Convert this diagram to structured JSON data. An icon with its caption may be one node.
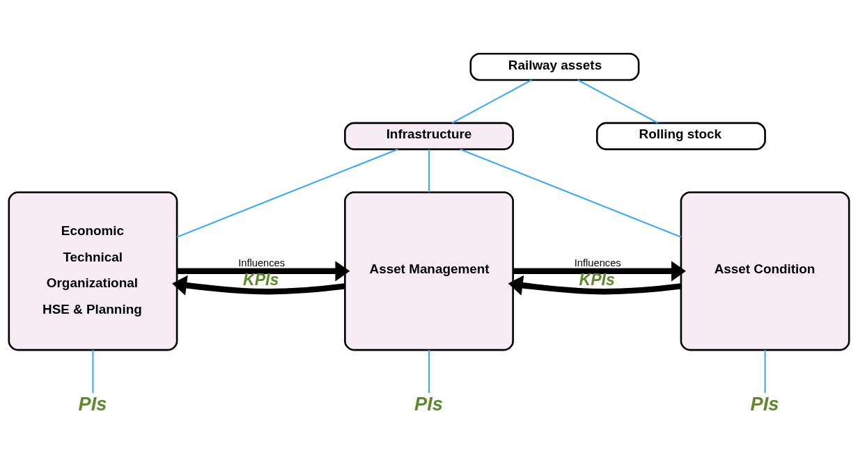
{
  "diagram": {
    "nodes": [
      {
        "text": [
          "Railway assets"
        ]
      },
      {
        "text": [
          "Infrastructure"
        ]
      },
      {
        "text": [
          "Rolling stock"
        ]
      },
      {
        "text": [
          "Economic",
          "Technical",
          "Organizational",
          "HSE & Planning"
        ]
      },
      {
        "text": [
          "Asset Management"
        ]
      },
      {
        "text": [
          "Asset Condition"
        ]
      },
      {
        "text": [
          "PIs"
        ]
      },
      {
        "text": [
          "PIs"
        ]
      },
      {
        "text": [
          "PIs"
        ]
      }
    ],
    "edges": [
      {
        "from": 0,
        "to": 1,
        "arrow": "none"
      },
      {
        "from": 0,
        "to": 2,
        "arrow": "none"
      },
      {
        "from": 1,
        "to": 3,
        "arrow": "none"
      },
      {
        "from": 1,
        "to": 4,
        "arrow": "none"
      },
      {
        "from": 1,
        "to": 5,
        "arrow": "none"
      },
      {
        "from": 3,
        "to": 4,
        "arrow": "to",
        "label": "Influences",
        "style": "thick",
        "color": "#000000"
      },
      {
        "from": 4,
        "to": 5,
        "arrow": "to",
        "label": "Influences",
        "style": "thick",
        "color": "#000000"
      },
      {
        "from": 4,
        "to": 3,
        "arrow": "to",
        "label": "KPIs",
        "style": "thick",
        "color": "#000000"
      },
      {
        "from": 5,
        "to": 4,
        "arrow": "to",
        "label": "KPIs",
        "style": "thick",
        "color": "#000000"
      },
      {
        "from": 3,
        "to": 6,
        "arrow": "none"
      },
      {
        "from": 4,
        "to": 7,
        "arrow": "none"
      },
      {
        "from": 5,
        "to": 8,
        "arrow": "none"
      }
    ]
  }
}
